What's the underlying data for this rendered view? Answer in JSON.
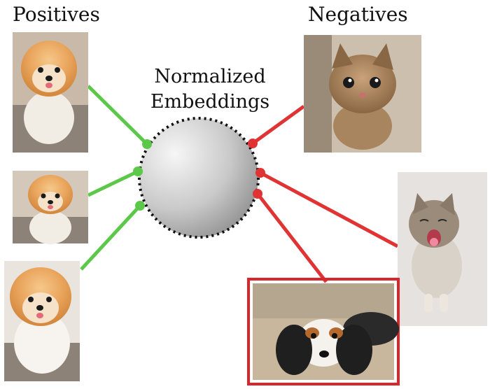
{
  "titles": {
    "positives": "Positives",
    "negatives": "Negatives",
    "center_line1": "Normalized",
    "center_line2": "Embeddings"
  },
  "colors": {
    "positive_line": "#5cc84a",
    "negative_line": "#e03434",
    "sphere_light": "#f4f4f4",
    "sphere_dark": "#8e8e8e",
    "highlight_frame": "#d8262a"
  },
  "images": {
    "positives": [
      "pomeranian-dog-1",
      "pomeranian-dog-2",
      "pomeranian-dog-3"
    ],
    "negatives": [
      "kitten-1",
      "kitten-2",
      "cavalier-spaniel-dog"
    ]
  }
}
